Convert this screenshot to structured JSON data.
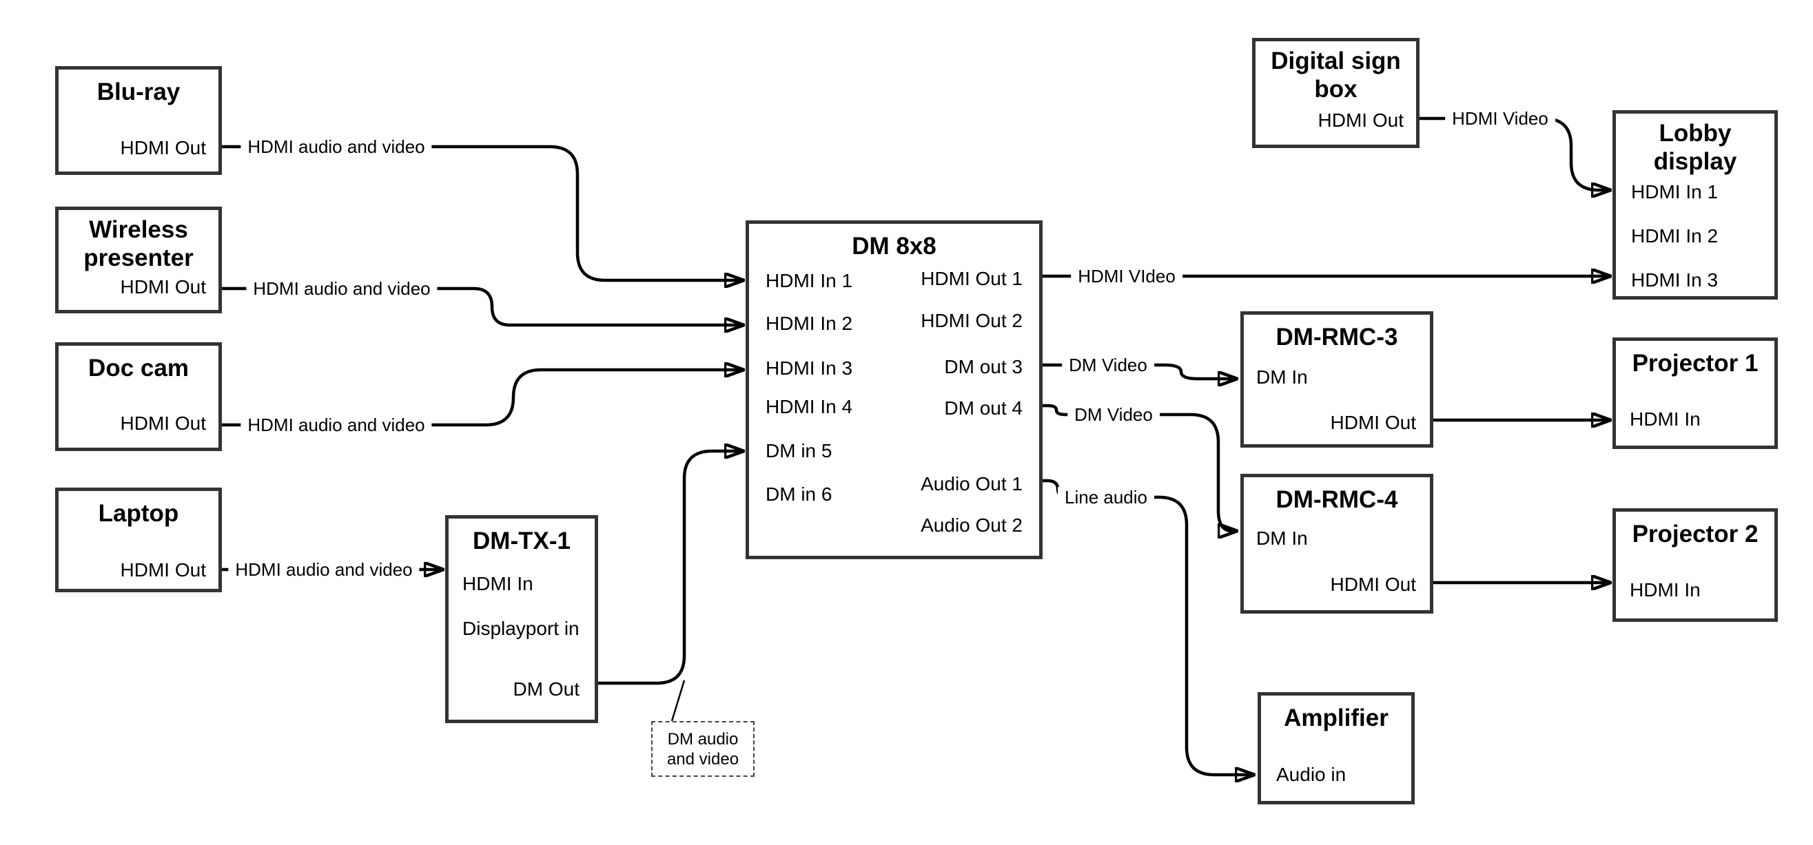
{
  "diagram": {
    "nodes": {
      "bluray": {
        "title": "Blu-ray",
        "port_out": "HDMI Out"
      },
      "wireless": {
        "title": "Wireless presenter",
        "port_out": "HDMI Out"
      },
      "doccam": {
        "title": "Doc cam",
        "port_out": "HDMI Out"
      },
      "laptop": {
        "title": "Laptop",
        "port_out": "HDMI Out"
      },
      "dmtx1": {
        "title": "DM-TX-1",
        "port_in1": "HDMI In",
        "port_in2": "Displayport in",
        "port_out": "DM Out"
      },
      "dm8x8": {
        "title": "DM 8x8",
        "in1": "HDMI In 1",
        "in2": "HDMI In 2",
        "in3": "HDMI In 3",
        "in4": "HDMI In 4",
        "in5": "DM in 5",
        "in6": "DM in 6",
        "out1": "HDMI Out 1",
        "out2": "HDMI Out 2",
        "out3": "DM out 3",
        "out4": "DM out 4",
        "aout1": "Audio Out 1",
        "aout2": "Audio Out 2"
      },
      "digsign": {
        "title": "Digital sign box",
        "port_out": "HDMI Out"
      },
      "lobby": {
        "title": "Lobby display",
        "in1": "HDMI In 1",
        "in2": "HDMI In 2",
        "in3": "HDMI In 3"
      },
      "dmrmc3": {
        "title": "DM-RMC-3",
        "port_in": "DM In",
        "port_out": "HDMI Out"
      },
      "proj1": {
        "title": "Projector 1",
        "port_in": "HDMI In"
      },
      "dmrmc4": {
        "title": "DM-RMC-4",
        "port_in": "DM In",
        "port_out": "HDMI Out"
      },
      "proj2": {
        "title": "Projector 2",
        "port_in": "HDMI In"
      },
      "amp": {
        "title": "Amplifier",
        "port_in": "Audio in"
      },
      "note": {
        "text": "DM audio and video"
      }
    },
    "edge_labels": {
      "bluray_dm": "HDMI audio and video",
      "wireless_dm": "HDMI audio and video",
      "doccam_dm": "HDMI audio and video",
      "laptop_tx": "HDMI audio and video",
      "out1_lobby": "HDMI VIdeo",
      "out3_rmc3": "DM Video",
      "out4_rmc4": "DM Video",
      "aout1_amp": "Line audio",
      "digsign_lobby": "HDMI Video"
    },
    "colors": {
      "wire": "#000000",
      "box_border": "#333333",
      "text": "#000000",
      "bg": "#ffffff"
    }
  }
}
